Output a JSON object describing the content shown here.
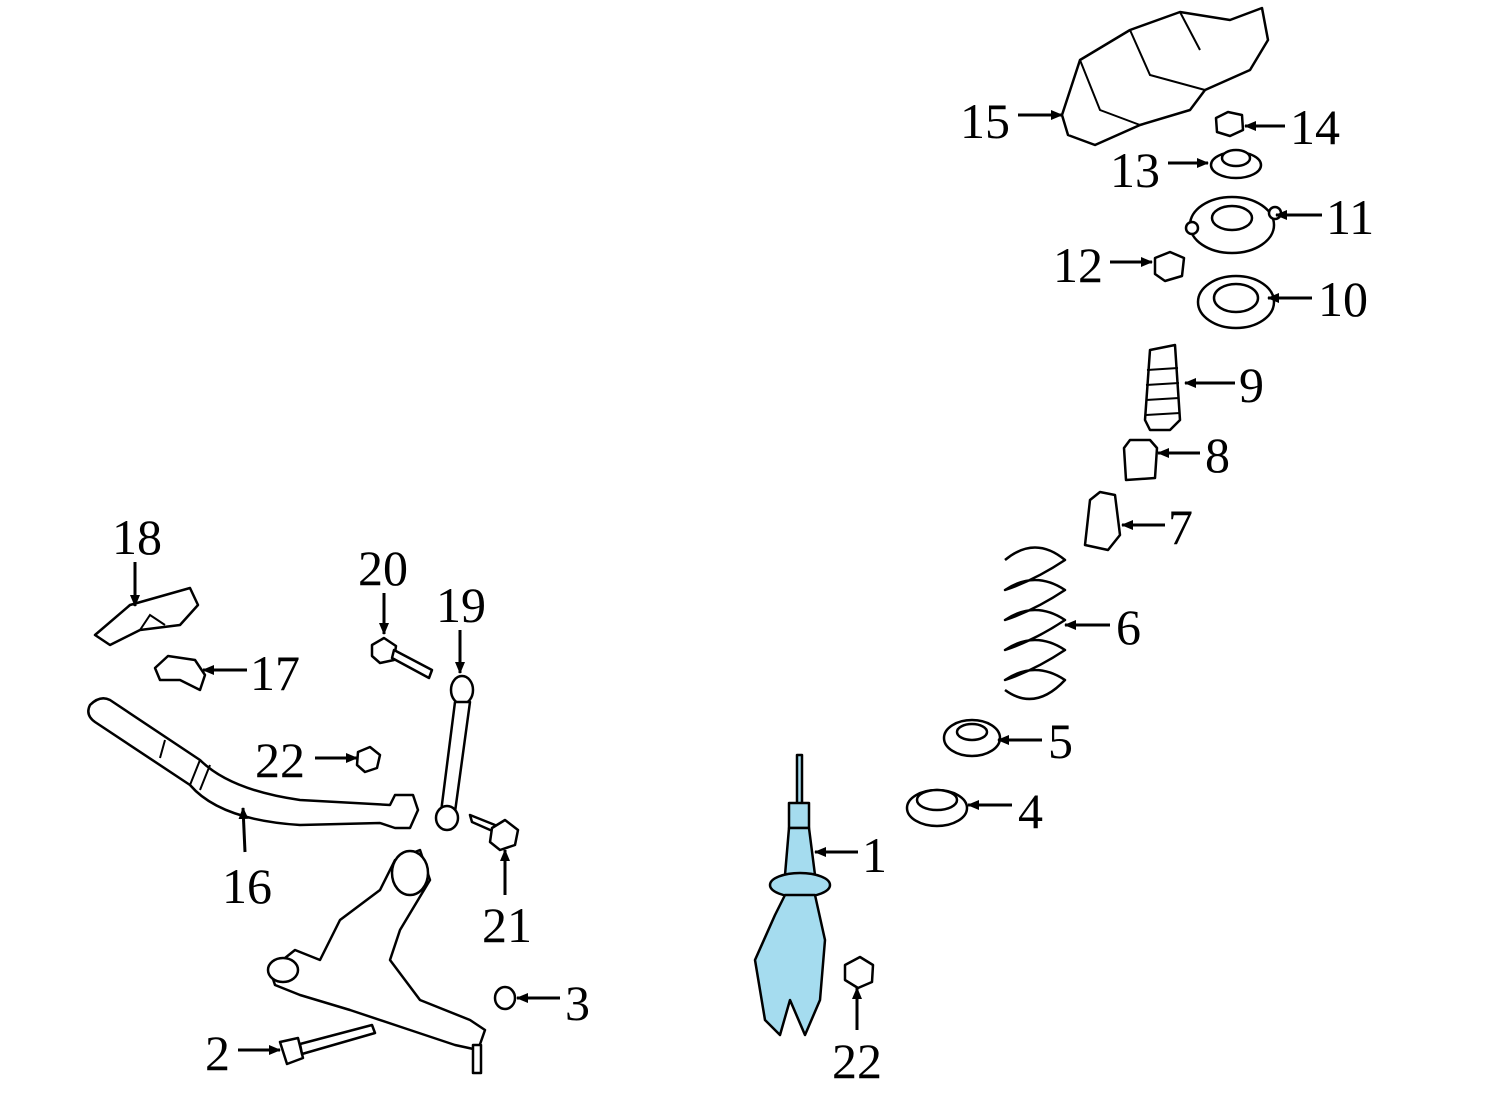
{
  "diagram": {
    "highlight_color": "#a5dcef",
    "highlighted_part": "1",
    "callouts": [
      {
        "id": "c15",
        "label": "15"
      },
      {
        "id": "c14",
        "label": "14"
      },
      {
        "id": "c13",
        "label": "13"
      },
      {
        "id": "c11",
        "label": "11"
      },
      {
        "id": "c12",
        "label": "12"
      },
      {
        "id": "c10",
        "label": "10"
      },
      {
        "id": "c9",
        "label": "9"
      },
      {
        "id": "c8",
        "label": "8"
      },
      {
        "id": "c7",
        "label": "7"
      },
      {
        "id": "c6",
        "label": "6"
      },
      {
        "id": "c5",
        "label": "5"
      },
      {
        "id": "c4",
        "label": "4"
      },
      {
        "id": "c1",
        "label": "1"
      },
      {
        "id": "c22b",
        "label": "22"
      },
      {
        "id": "c3",
        "label": "3"
      },
      {
        "id": "c2",
        "label": "2"
      },
      {
        "id": "c21",
        "label": "21"
      },
      {
        "id": "c16",
        "label": "16"
      },
      {
        "id": "c22a",
        "label": "22"
      },
      {
        "id": "c17",
        "label": "17"
      },
      {
        "id": "c18",
        "label": "18"
      },
      {
        "id": "c20",
        "label": "20"
      },
      {
        "id": "c19",
        "label": "19"
      }
    ]
  }
}
